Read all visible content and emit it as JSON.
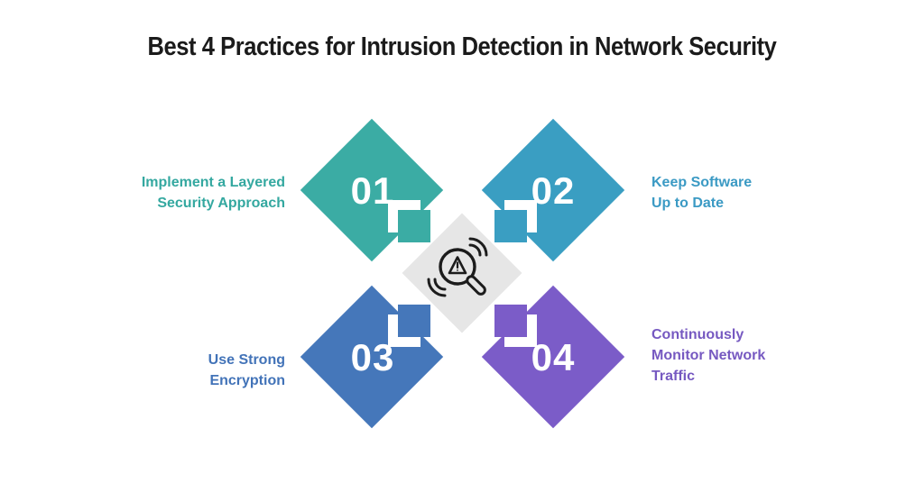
{
  "title": "Best 4 Practices for Intrusion Detection in Network Security",
  "items": [
    {
      "number": "01",
      "label": "Implement a Layered\nSecurity Approach",
      "color": "#3BACA4",
      "label_color": "#34A8A0"
    },
    {
      "number": "02",
      "label": "Keep Software\nUp to Date",
      "color": "#3A9EC2",
      "label_color": "#3B9AC4"
    },
    {
      "number": "03",
      "label": "Use Strong\nEncryption",
      "color": "#4577BA",
      "label_color": "#4273B8"
    },
    {
      "number": "04",
      "label": "Continuously\nMonitor Network\nTraffic",
      "color": "#7B5CC8",
      "label_color": "#7659C1"
    }
  ],
  "center": {
    "icon": "magnifier-alert-icon",
    "background": "#E6E6E6"
  },
  "colors": {
    "background": "#FFFFFF",
    "title_text": "#1B1B1B",
    "number_text": "#FFFFFF",
    "icon_stroke": "#1C1C1C"
  }
}
